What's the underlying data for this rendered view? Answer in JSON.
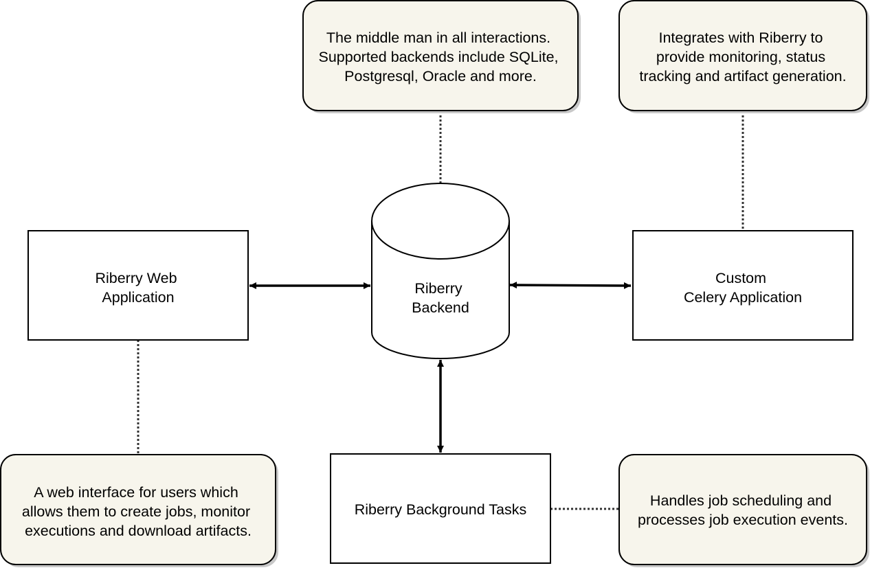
{
  "nodes": {
    "web_app": {
      "lines": [
        "Riberry Web",
        "Application"
      ]
    },
    "backend": {
      "lines": [
        "Riberry",
        "Backend"
      ]
    },
    "celery_app": {
      "lines": [
        "Custom",
        "Celery Application"
      ]
    },
    "background_tasks": {
      "lines": [
        "Riberry Background Tasks"
      ]
    }
  },
  "notes": {
    "backend_note": {
      "lines": [
        "The middle man in all interactions.",
        "Supported backends include SQLite,",
        "Postgresql, Oracle and more."
      ]
    },
    "celery_note": {
      "lines": [
        "Integrates with Riberry to",
        "provide monitoring, status",
        "tracking and artifact generation."
      ]
    },
    "web_note": {
      "lines": [
        "A web interface for users which",
        "allows them to create jobs, monitor",
        "executions and download artifacts."
      ]
    },
    "tasks_note": {
      "lines": [
        "Handles job scheduling and",
        "processes job execution events."
      ]
    }
  },
  "colors": {
    "note_fill": "#f7f5ec",
    "stroke": "#000000",
    "shadow": "#c8c8c8"
  }
}
